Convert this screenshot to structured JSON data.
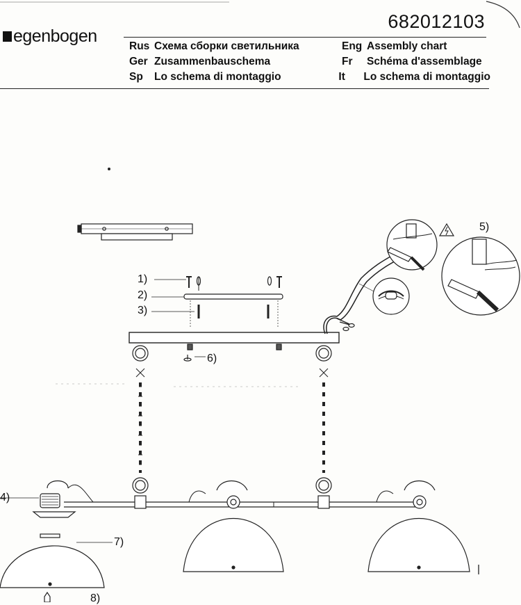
{
  "header": {
    "product_code": "682012103",
    "brand": "egenbogen"
  },
  "titles": [
    {
      "lang": "Rus",
      "text": "Схема сборки светильника"
    },
    {
      "lang": "Eng",
      "text": "Assembly chart"
    },
    {
      "lang": "Ger",
      "text": "Zusammenbauschema"
    },
    {
      "lang": "Fr",
      "text": "Schéma d'assemblage"
    },
    {
      "lang": "Sp",
      "text": "Lo schema di montaggio"
    },
    {
      "lang": "It",
      "text": "Lo schema di montaggio"
    }
  ],
  "diagram": {
    "callouts": {
      "c1": "1)",
      "c2": "2)",
      "c3": "3)",
      "c4": "4)",
      "c5": "5)",
      "c6": "6)",
      "c7": "7)",
      "c8": "8)"
    }
  }
}
